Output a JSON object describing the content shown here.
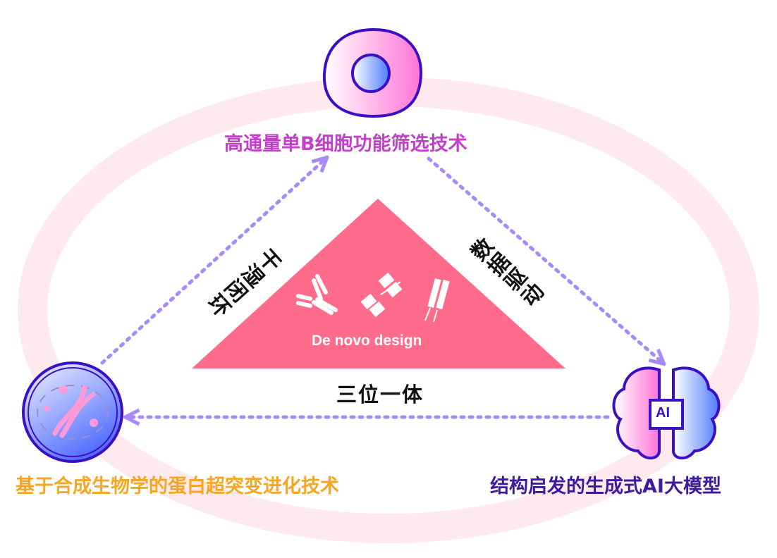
{
  "nodes": {
    "top": {
      "label": "高通量单B细胞功能筛选技术",
      "icon": "cell-icon",
      "color": "#c23fc9"
    },
    "left": {
      "label": "基于合成生物学的蛋白超突变进化技术",
      "icon": "dna-cell-icon",
      "color": "#f6a623"
    },
    "right": {
      "label": "结构启发的生成式AI大模型",
      "icon": "ai-brain-icon",
      "color": "#3d1aa0",
      "chip_text": "AI"
    }
  },
  "edges": {
    "left_edge": "干湿闭环",
    "right_edge": "数据驱动",
    "bottom_edge": "三位一体"
  },
  "center": {
    "label": "De novo design",
    "color": "#ff6b8b",
    "icons": [
      "antibody-icon",
      "protein-domain-icon",
      "tcr-icon"
    ]
  },
  "colors": {
    "ring": "#fde9ee",
    "arrow": "#a78bfa",
    "outline": "#3b10c4"
  }
}
